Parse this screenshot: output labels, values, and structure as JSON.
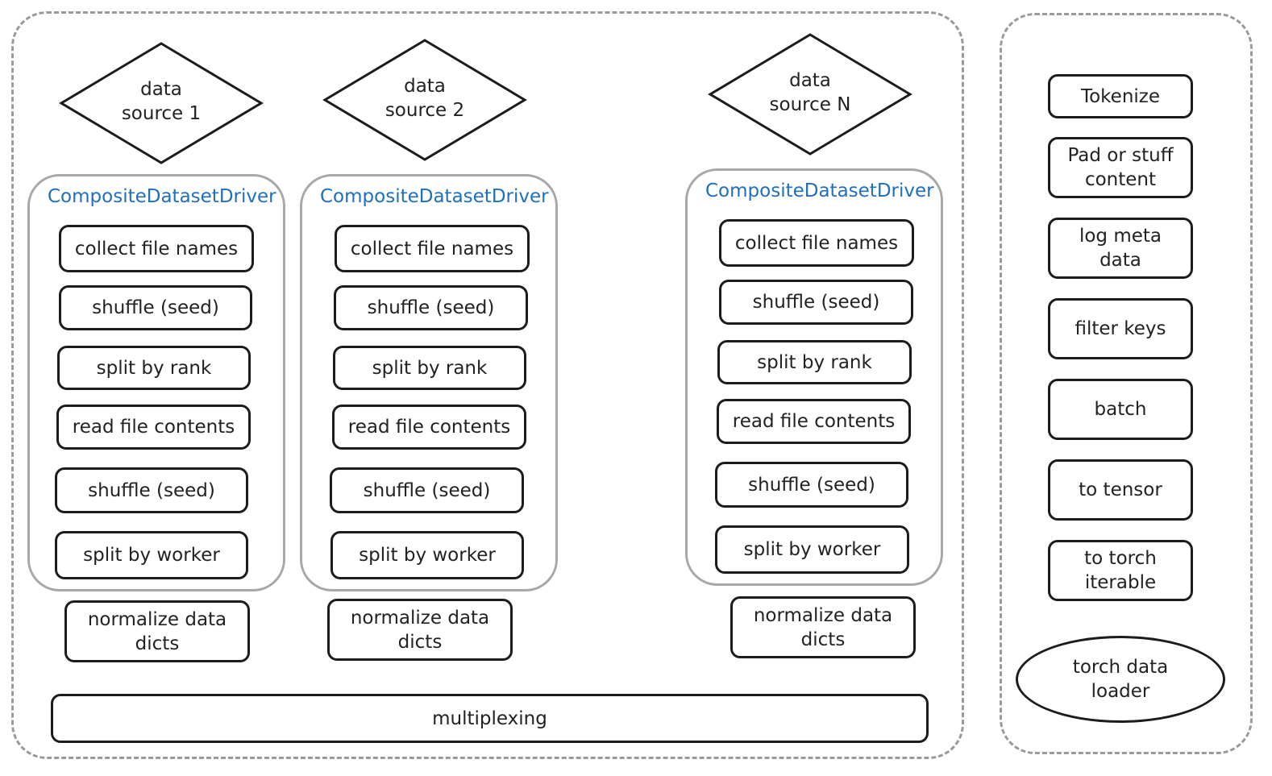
{
  "sources": [
    {
      "diamond_label": "data\nsource 1",
      "driver_label": "CompositeDatasetDriver",
      "steps": [
        "collect file names",
        "shuffle (seed)",
        "split by rank",
        "read file contents",
        "shuffle (seed)",
        "split by worker"
      ],
      "normalize_label": "normalize data\ndicts"
    },
    {
      "diamond_label": "data\nsource 2",
      "driver_label": "CompositeDatasetDriver",
      "steps": [
        "collect file names",
        "shuffle (seed)",
        "split by rank",
        "read file contents",
        "shuffle (seed)",
        "split by worker"
      ],
      "normalize_label": "normalize data\ndicts"
    },
    {
      "diamond_label": "data\nsource N",
      "driver_label": "CompositeDatasetDriver",
      "steps": [
        "collect file names",
        "shuffle (seed)",
        "split by rank",
        "read file contents",
        "shuffle (seed)",
        "split by worker"
      ],
      "normalize_label": "normalize data\ndicts"
    }
  ],
  "multiplexing_label": "multiplexing",
  "pipeline": [
    "Tokenize",
    "Pad or stuff\ncontent",
    "log meta\ndata",
    "filter keys",
    "batch",
    "to tensor",
    "to torch\niterable"
  ],
  "loader_label": "torch data\nloader"
}
